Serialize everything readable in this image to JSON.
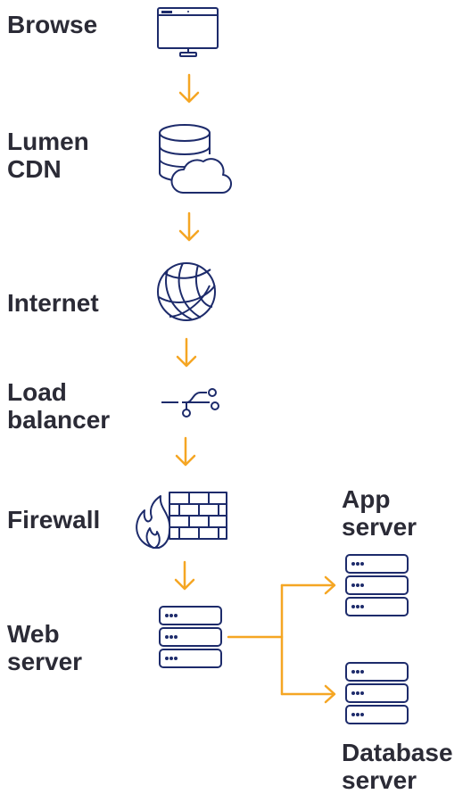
{
  "labels": {
    "browse": "Browse",
    "cdn": "Lumen\nCDN",
    "internet": "Internet",
    "load_balancer": "Load\nbalancer",
    "firewall": "Firewall",
    "web_server": "Web\nserver",
    "app_server": "App\nserver",
    "database_server": "Database\nserver"
  },
  "colors": {
    "icon": "#1d2b6b",
    "arrow": "#f5a623",
    "text": "#2b2b36"
  },
  "icons": [
    "monitor-icon",
    "database-cloud-icon",
    "globe-icon",
    "network-branch-icon",
    "firewall-icon",
    "server-stack-icon"
  ]
}
